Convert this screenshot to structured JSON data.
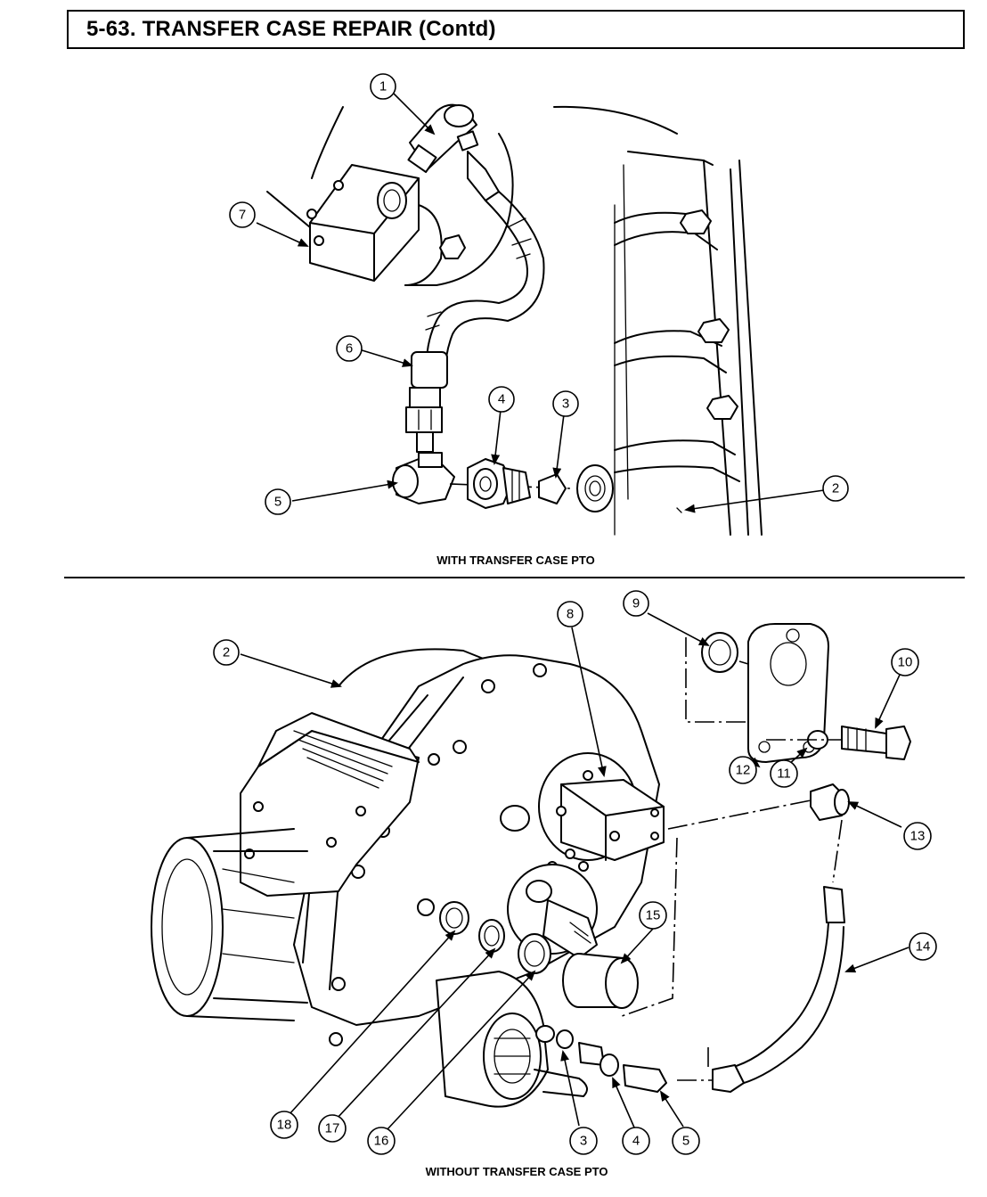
{
  "header": {
    "title": "5-63.  TRANSFER CASE REPAIR (Contd)"
  },
  "figure_top": {
    "caption": "WITH TRANSFER CASE PTO",
    "callouts": [
      "1",
      "7",
      "6",
      "4",
      "3",
      "5",
      "2"
    ]
  },
  "figure_bottom": {
    "caption": "WITHOUT TRANSFER CASE PTO",
    "callouts": [
      "8",
      "9",
      "2",
      "10",
      "12",
      "11",
      "13",
      "15",
      "14",
      "18",
      "17",
      "16",
      "3",
      "4",
      "5"
    ]
  }
}
